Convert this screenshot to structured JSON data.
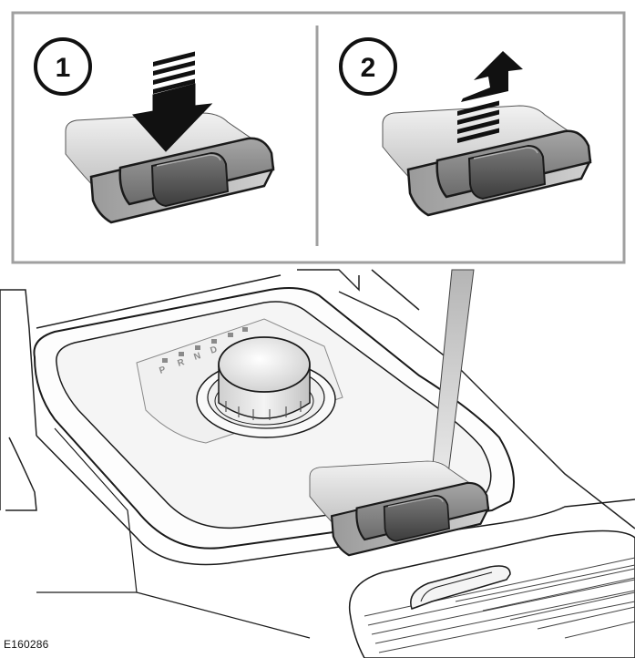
{
  "diagram": {
    "callouts": [
      {
        "number": "1",
        "action": "press"
      },
      {
        "number": "2",
        "action": "lift"
      }
    ],
    "gear_positions": [
      "P",
      "R",
      "N",
      "D"
    ],
    "figure_id": "E160286",
    "colors": {
      "frame": "#a0a0a0",
      "line": "#1a1a1a",
      "button_dark": "#555555",
      "button_mid": "#9a9a9a",
      "button_light": "#e4e4e4"
    }
  }
}
